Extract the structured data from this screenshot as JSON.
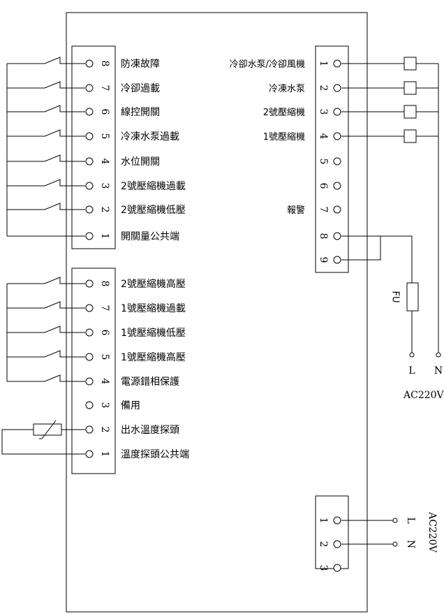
{
  "input_block_a": [
    {
      "num": "8",
      "label": "防凍故障"
    },
    {
      "num": "7",
      "label": "冷卻過載"
    },
    {
      "num": "6",
      "label": "線控開關"
    },
    {
      "num": "5",
      "label": "冷凍水泵過載"
    },
    {
      "num": "4",
      "label": "水位開關"
    },
    {
      "num": "3",
      "label": "2號壓縮機過載"
    },
    {
      "num": "2",
      "label": "2號壓縮機低壓"
    },
    {
      "num": "1",
      "label": "開關量公共端"
    }
  ],
  "input_block_b": [
    {
      "num": "8",
      "label": "2號壓縮機高壓"
    },
    {
      "num": "7",
      "label": "1號壓縮機過載"
    },
    {
      "num": "6",
      "label": "1號壓縮機低壓"
    },
    {
      "num": "5",
      "label": "1號壓縮機高壓"
    },
    {
      "num": "4",
      "label": "電源錯相保護"
    },
    {
      "num": "3",
      "label": "備用"
    },
    {
      "num": "2",
      "label": "出水溫度探頭"
    },
    {
      "num": "1",
      "label": "溫度探頭公共端"
    }
  ],
  "output_block": [
    {
      "num": "1",
      "label": "冷卻水泵/冷卻風機"
    },
    {
      "num": "2",
      "label": "冷凍水泵"
    },
    {
      "num": "3",
      "label": "2號壓縮機"
    },
    {
      "num": "4",
      "label": "1號壓縮機"
    },
    {
      "num": "5",
      "label": ""
    },
    {
      "num": "6",
      "label": ""
    },
    {
      "num": "7",
      "label": "報警"
    },
    {
      "num": "8",
      "label": ""
    },
    {
      "num": "9",
      "label": ""
    }
  ],
  "power_block": [
    {
      "num": "1"
    },
    {
      "num": "2"
    },
    {
      "num": "3"
    }
  ],
  "supply": {
    "fuse": "FU",
    "live": "L",
    "neutral": "N",
    "voltage": "AC220V"
  },
  "power_supply": {
    "live": "L",
    "neutral": "N",
    "voltage": "AC220V"
  }
}
